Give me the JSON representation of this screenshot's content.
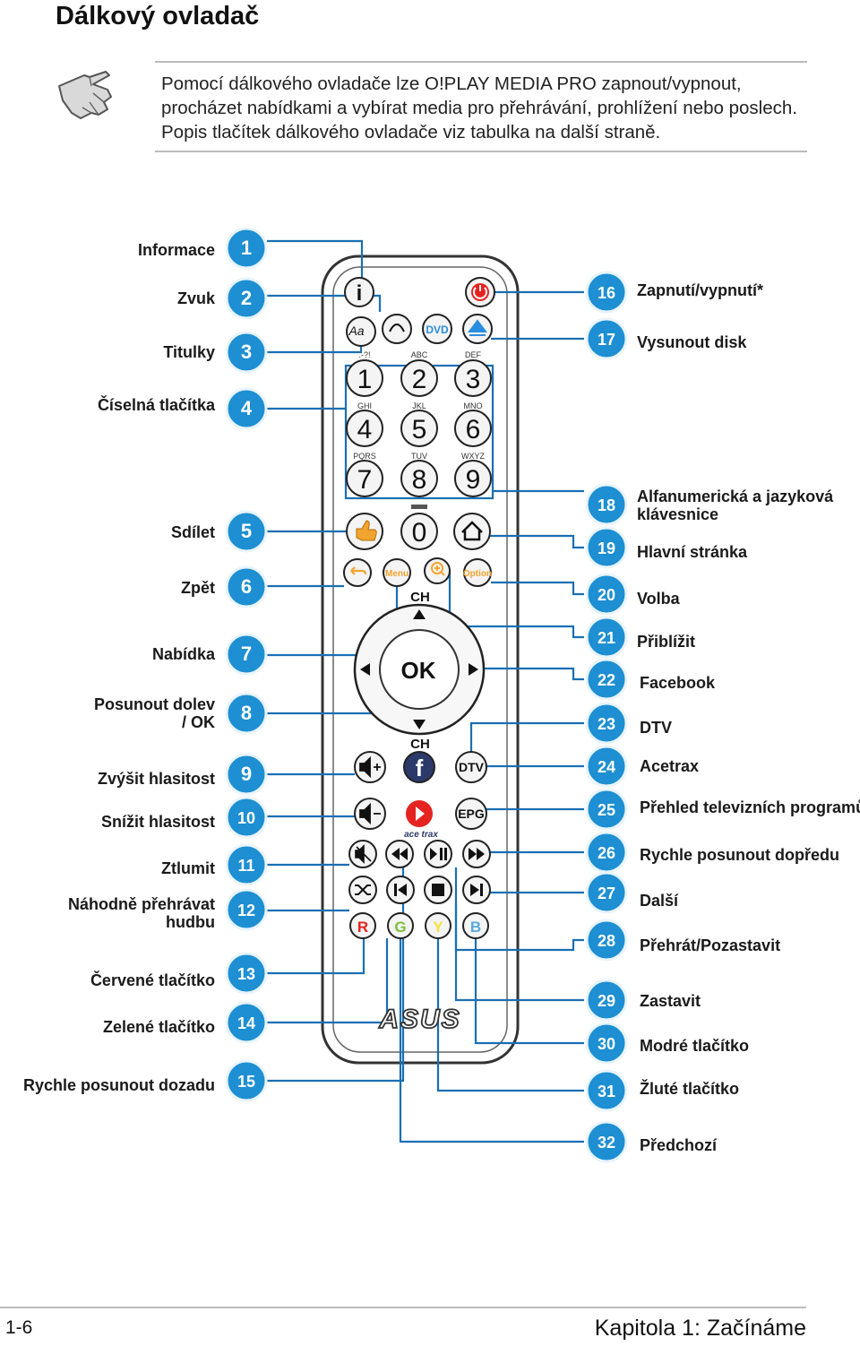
{
  "page": {
    "title": "Dálkový ovladač",
    "intro_lines": [
      "Pomocí dálkového ovladače lze O!PLAY MEDIA PRO zapnout/vypnout,",
      "procházet nabídkami a vybírat media pro přehrávání, prohlížení nebo poslech.",
      "Popis tlačítek dálkového ovladače viz tabulka na další straně."
    ],
    "note_icon": "hand-pointing-icon"
  },
  "callouts_left": [
    {
      "num": "1",
      "label": "Informace"
    },
    {
      "num": "2",
      "label": "Zvuk"
    },
    {
      "num": "3",
      "label": "Titulky"
    },
    {
      "num": "4",
      "label": "Číselná tlačítka"
    },
    {
      "num": "5",
      "label": "Sdílet"
    },
    {
      "num": "6",
      "label": "Zpět"
    },
    {
      "num": "7",
      "label": "Nabídka"
    },
    {
      "num": "8",
      "label": "Posunout dolev / OK"
    },
    {
      "num": "9",
      "label": "Zvýšit hlasitost"
    },
    {
      "num": "10",
      "label": "Snížit hlasitost"
    },
    {
      "num": "11",
      "label": "Ztlumit"
    },
    {
      "num": "12",
      "label": "Náhodně přehrávat hudbu"
    },
    {
      "num": "13",
      "label": "Červené tlačítko"
    },
    {
      "num": "14",
      "label": "Zelené tlačítko"
    },
    {
      "num": "15",
      "label": "Rychle posunout dozadu"
    }
  ],
  "callouts_right": [
    {
      "num": "16",
      "label": "Zapnutí/vypnutí*"
    },
    {
      "num": "17",
      "label": "Vysunout disk"
    },
    {
      "num": "18",
      "label": "Alfanumerická a jazyková klávesnice"
    },
    {
      "num": "19",
      "label": "Hlavní stránka"
    },
    {
      "num": "20",
      "label": "Volba"
    },
    {
      "num": "21",
      "label": "Přiblížit"
    },
    {
      "num": "22",
      "label": "Facebook"
    },
    {
      "num": "23",
      "label": "DTV"
    },
    {
      "num": "24",
      "label": "Acetrax"
    },
    {
      "num": "25",
      "label": "Přehled televizních programů"
    },
    {
      "num": "26",
      "label": "Rychle posunout dopředu"
    },
    {
      "num": "27",
      "label": "Další"
    },
    {
      "num": "28",
      "label": "Přehrát/Pozastavit"
    },
    {
      "num": "29",
      "label": "Zastavit"
    },
    {
      "num": "30",
      "label": "Modré tlačítko"
    },
    {
      "num": "31",
      "label": "Žluté tlačítko"
    },
    {
      "num": "32",
      "label": "Předchozí"
    }
  ],
  "remote": {
    "digits": [
      "1",
      "2",
      "3",
      "4",
      "5",
      "6",
      "7",
      "8",
      "9",
      "0"
    ],
    "letters": [
      ".-?!",
      "ABC",
      "DEF",
      "GHI",
      "JKL",
      "MNO",
      "PQRS",
      "TUV",
      "WXYZ"
    ],
    "dvd_label": "DVD",
    "menu_label": "Menu",
    "option_label": "Option",
    "ch_label": "CH",
    "ok_label": "OK",
    "dtv_label": "DTV",
    "epg_label": "EPG",
    "acetrax_label": "ace trax",
    "color_keys": [
      "R",
      "G",
      "Y",
      "B"
    ],
    "brand": "ASUS",
    "colors": {
      "callout_blue": "#1d8fd2",
      "line_blue": "#1a6fb3",
      "power_red": "#e52320",
      "eject_blue": "#2a8ee0",
      "share_orange": "#f3a42e",
      "red": "#e52320",
      "green": "#7bbf3a",
      "yellow": "#f4e23a",
      "blue": "#5aa8e0",
      "menu_orange": "#f3a42e",
      "facebook_navy": "#2c3a6a",
      "acetrax_red": "#e52320"
    }
  },
  "footer": {
    "page_number": "1-6",
    "chapter": "Kapitola 1:  Začínáme"
  }
}
